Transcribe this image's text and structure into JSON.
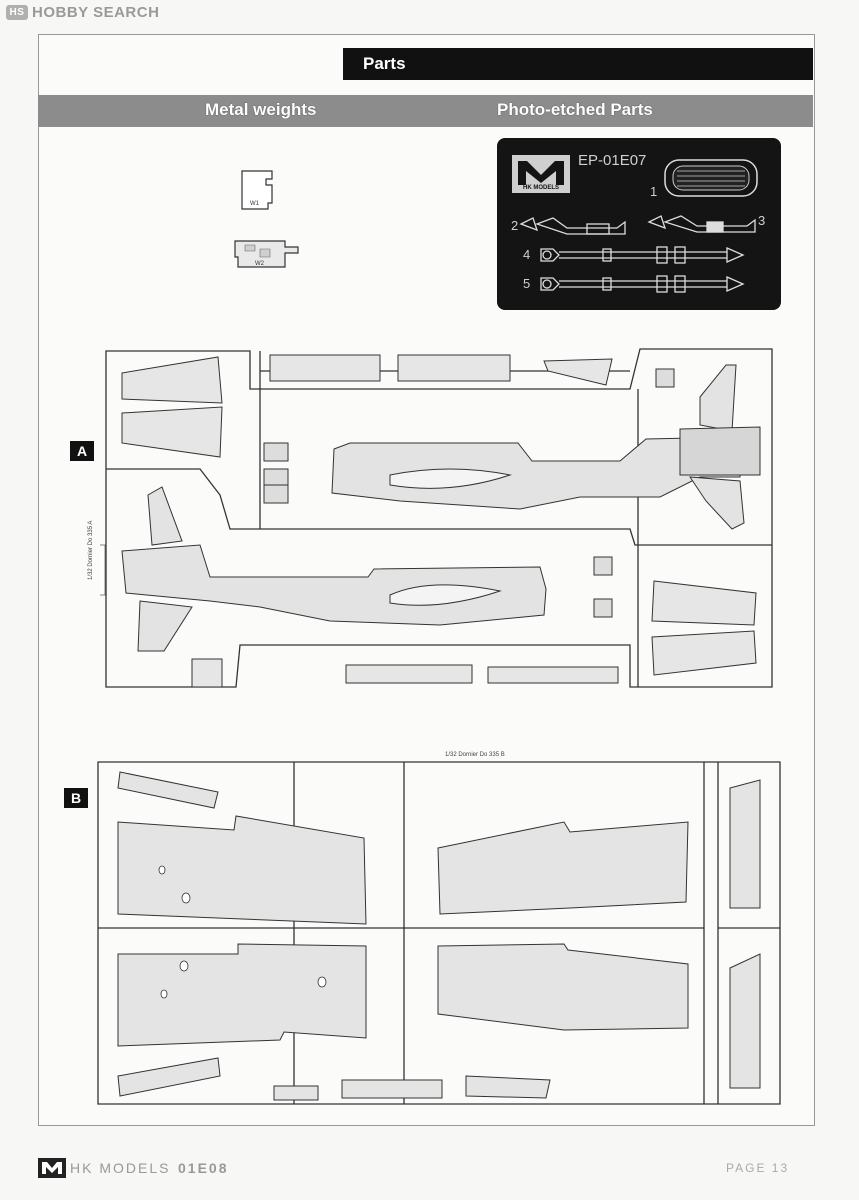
{
  "watermark": {
    "text": "HOBBY SEARCH",
    "logo": "HS"
  },
  "header": {
    "title": "Parts",
    "left_section": "Metal weights",
    "right_section": "Photo-etched Parts"
  },
  "metal_weights": [
    {
      "label": "W1"
    },
    {
      "label": "W2"
    }
  ],
  "photo_etched": {
    "code": "EP-01E07",
    "brand": "HK MODELS",
    "part_numbers": [
      "1",
      "2",
      "3",
      "4",
      "5"
    ]
  },
  "sprues": [
    {
      "letter": "A",
      "tag": "1/32 Dornier Do 335 A"
    },
    {
      "letter": "B",
      "tag": "1/32 Dornier Do 335 B"
    }
  ],
  "footer": {
    "brand": "HK MODELS",
    "code": "01E08",
    "page": "PAGE 13"
  },
  "colors": {
    "panel": "#141414",
    "bar": "#8c8c8c",
    "accent": "#111111"
  }
}
